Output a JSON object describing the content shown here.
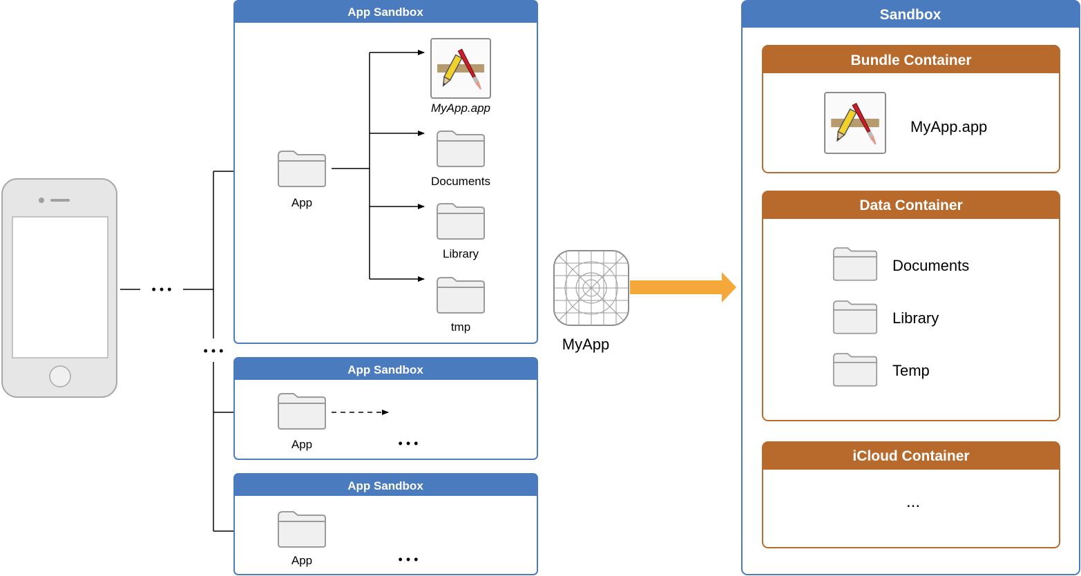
{
  "app_sandbox_title": "App Sandbox",
  "sandbox_top": {
    "app_folder": "App",
    "items": [
      "MyApp.app",
      "Documents",
      "Library",
      "tmp"
    ]
  },
  "sandbox_2": {
    "app_folder": "App",
    "ellipsis": "• • •"
  },
  "sandbox_3": {
    "app_folder": "App",
    "ellipsis": "• • •"
  },
  "connector_ellipsis_h": "• • •",
  "connector_ellipsis_v": "• • •",
  "myapp_label": "MyApp",
  "right": {
    "title": "Sandbox",
    "bundle": {
      "title": "Bundle Container",
      "item": "MyApp.app"
    },
    "data": {
      "title": "Data Container",
      "items": [
        "Documents",
        "Library",
        "Temp"
      ]
    },
    "icloud": {
      "title": "iCloud Container",
      "ellipsis": "..."
    }
  },
  "colors": {
    "sandbox_blue": "#4a7bbf",
    "container_orange": "#b86a2c",
    "arrow_orange": "#f5a83a"
  }
}
